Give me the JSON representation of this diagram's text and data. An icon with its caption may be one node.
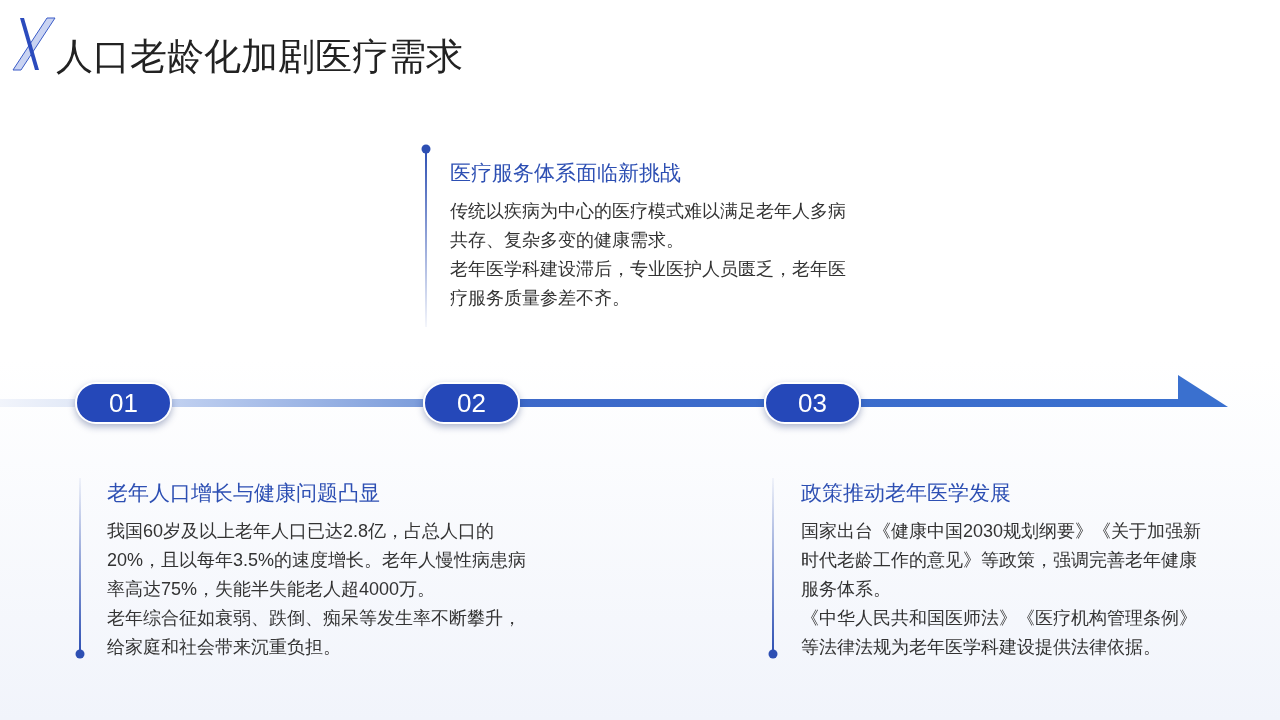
{
  "diagram": {
    "title": "人口老龄化加剧医疗需求",
    "nodes": [
      {
        "text": [
          "01"
        ],
        "beside": [
          "老年人口增长与健康问题凸显",
          "我国60岁及以上老年人口已达2.8亿，占总人口的20%，且以每年3.5%的速度增长。老年人慢性病患病率高达75%，失能半失能老人超4000万。",
          "老年综合征如衰弱、跌倒、痴呆等发生率不断攀升，给家庭和社会带来沉重负担。"
        ]
      },
      {
        "text": [
          "02"
        ],
        "beside": [
          "医疗服务体系面临新挑战",
          "传统以疾病为中心的医疗模式难以满足老年人多病共存、复杂多变的健康需求。",
          "老年医学科建设滞后，专业医护人员匮乏，老年医疗服务质量参差不齐。"
        ]
      },
      {
        "text": [
          "03"
        ],
        "beside": [
          "政策推动老年医学发展",
          "国家出台《健康中国2030规划纲要》《关于加强新时代老龄工作的意见》等政策，强调完善老年健康服务体系。",
          "《中华人民共和国医师法》《医疗机构管理条例》等法律法规为老年医学科建设提供法律依据。"
        ]
      }
    ],
    "edges": [
      {
        "from": null,
        "to": 0,
        "arrow": "none"
      },
      {
        "from": 0,
        "to": 1,
        "arrow": "none"
      },
      {
        "from": 1,
        "to": 2,
        "arrow": "none"
      },
      {
        "from": 2,
        "to": null,
        "arrow": "to"
      }
    ]
  }
}
